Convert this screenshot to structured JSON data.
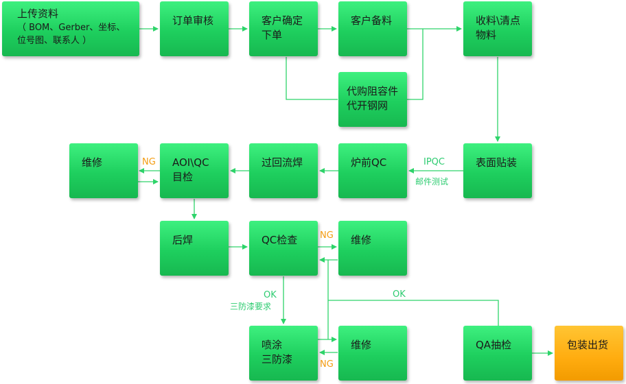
{
  "boxes": {
    "upload": {
      "line1": "上传资料",
      "line2": "（ BOM、Gerber、坐标、",
      "line3": "位号图、联系人 ）"
    },
    "order_review": {
      "label": "订单审核"
    },
    "customer_confirm": {
      "line1": "客户确定",
      "line2": "下单"
    },
    "customer_material": {
      "label": "客户备料"
    },
    "receive_count": {
      "line1": "收料\\清点",
      "line2": "物料"
    },
    "proxy_purchase": {
      "line1": "代购阻容件",
      "line2": "代开钢网"
    },
    "smt": {
      "label": "表面贴装"
    },
    "pre_oven_qc": {
      "label": "炉前QC"
    },
    "reflow": {
      "label": "过回流焊"
    },
    "aoi_qc": {
      "line1": "AOI\\QC",
      "line2": "目检"
    },
    "repair_1": {
      "label": "维修"
    },
    "post_solder": {
      "label": "后焊"
    },
    "qc_check": {
      "label": "QC检查"
    },
    "repair_2": {
      "label": "维修"
    },
    "spray": {
      "line1": "喷涂",
      "line2": "三防漆"
    },
    "repair_3": {
      "label": "维修"
    },
    "qa_sampling": {
      "label": "QA抽检"
    },
    "packing": {
      "label": "包装出货"
    }
  },
  "labels": {
    "ipqc": "IPQC",
    "part_test": "邮件测试",
    "ng_aoi": "NG",
    "ng_qc": "NG",
    "ok_qc": "OK",
    "conformal_req": "三防漆要求",
    "ok_qa": "OK",
    "ng_spray": "NG"
  },
  "colors": {
    "box_green": "#1ecf5e",
    "box_orange": "#ffac0f",
    "arrow": "#2ed46a",
    "ng": "#f39c12",
    "ok": "#2ecc71"
  }
}
